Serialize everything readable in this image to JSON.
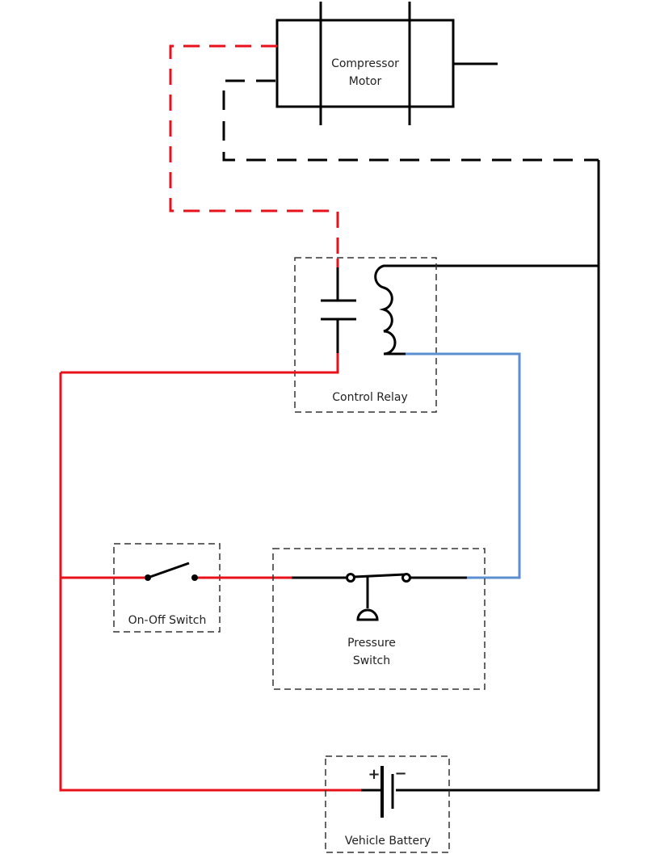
{
  "colors": {
    "positive": "#e8101a",
    "negative": "#000000",
    "control": "#5b8fd0",
    "box": "#333333"
  },
  "components": {
    "motor": {
      "label_line1": "Compressor",
      "label_line2": "Motor"
    },
    "relay": {
      "label": "Control Relay"
    },
    "on_off_switch": {
      "label": "On-Off Switch"
    },
    "pressure_switch": {
      "label_line1": "Pressure",
      "label_line2": "Switch"
    },
    "battery": {
      "label": "Vehicle Battery",
      "plus": "+",
      "minus": "−"
    }
  }
}
